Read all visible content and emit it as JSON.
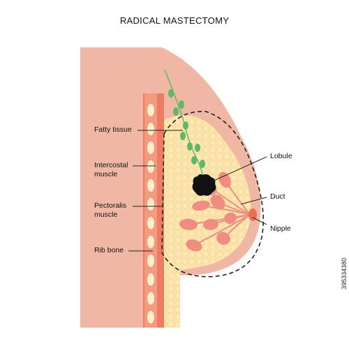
{
  "title": "RADICAL MASTECTOMY",
  "labels": {
    "fatty_tissue": "Fatty tissue",
    "intercostal_line1": "Intercostal",
    "intercostal_line2": "muscle",
    "pectoralis_line1": "Pectoralis",
    "pectoralis_line2": "muscle",
    "rib_bone": "Rib bone",
    "lobule": "Lobule",
    "duct": "Duct",
    "nipple": "Nipple"
  },
  "image_id": "395334380",
  "colors": {
    "skin": "#f0b8a4",
    "muscle": "#f28a6e",
    "muscle_dark": "#ec6f56",
    "rib": "#fdf0c8",
    "fat": "#fbe3a8",
    "lobule": "#ef8d80",
    "tumor": "#111111",
    "lymph": "#5cba6a"
  }
}
